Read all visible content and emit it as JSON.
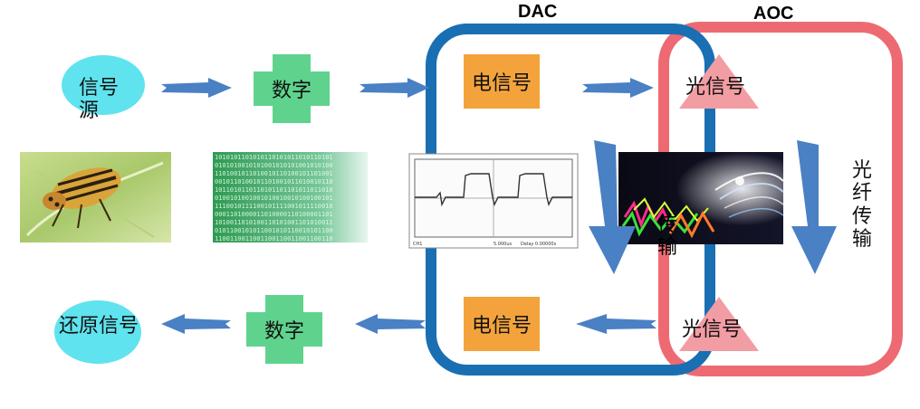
{
  "labels": {
    "dac": "DAC",
    "aoc": "AOC"
  },
  "top_row": {
    "source": "信号源",
    "digital": "数字",
    "electrical": "电信号",
    "optical": "光信号"
  },
  "middle": {
    "transmission": "传输",
    "fiber_transmission": "光纤传输"
  },
  "bottom_row": {
    "restore": "还原信号",
    "digital": "数字",
    "electrical": "电信号",
    "optical": "光信号"
  },
  "oscilloscope": {
    "left_text": "CH1",
    "mid_text": "5.000us",
    "right_text": "Delay 0.00000s"
  },
  "colors": {
    "dac_frame": "#1a6fb3",
    "aoc_frame": "#ee6a72",
    "arrow": "#4a80c4",
    "ellipse": "#5fe3ee",
    "cross": "#5fd38d",
    "orange": "#f4a33c",
    "triangle": "#f29da3"
  }
}
